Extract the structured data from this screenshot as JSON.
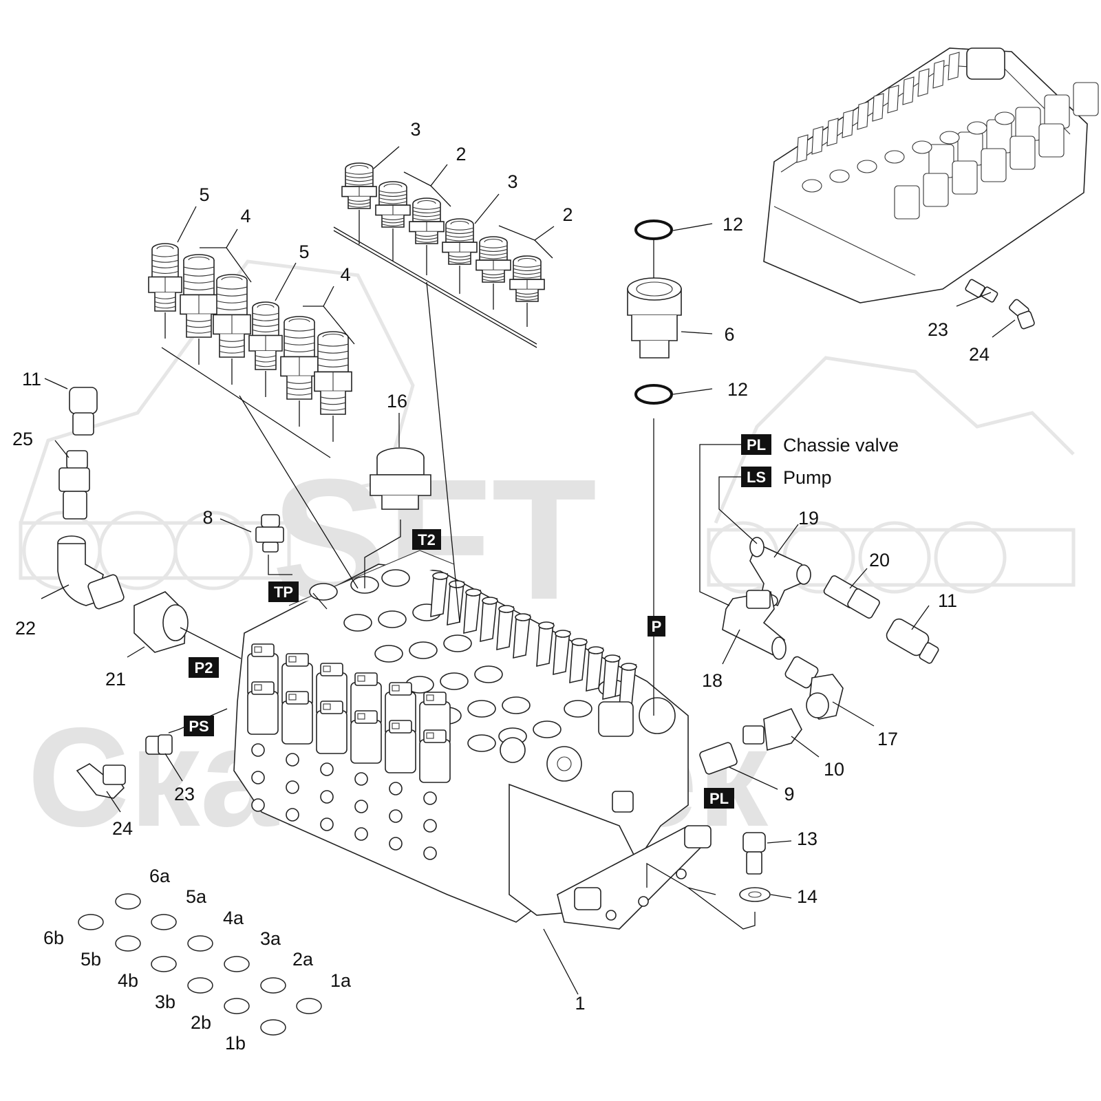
{
  "watermark": {
    "line1": "SFT",
    "line2": "СкандиТек"
  },
  "callouts": [
    {
      "id": "c1",
      "text": "1"
    },
    {
      "id": "c2a",
      "text": "2"
    },
    {
      "id": "c2b",
      "text": "2"
    },
    {
      "id": "c3a",
      "text": "3"
    },
    {
      "id": "c3b",
      "text": "3"
    },
    {
      "id": "c4a",
      "text": "4"
    },
    {
      "id": "c4b",
      "text": "4"
    },
    {
      "id": "c5a",
      "text": "5"
    },
    {
      "id": "c5b",
      "text": "5"
    },
    {
      "id": "c6",
      "text": "6"
    },
    {
      "id": "c8",
      "text": "8"
    },
    {
      "id": "c9",
      "text": "9"
    },
    {
      "id": "c10",
      "text": "10"
    },
    {
      "id": "c11a",
      "text": "11"
    },
    {
      "id": "c11b",
      "text": "11"
    },
    {
      "id": "c12a",
      "text": "12"
    },
    {
      "id": "c12b",
      "text": "12"
    },
    {
      "id": "c13",
      "text": "13"
    },
    {
      "id": "c14",
      "text": "14"
    },
    {
      "id": "c16",
      "text": "16"
    },
    {
      "id": "c17",
      "text": "17"
    },
    {
      "id": "c18",
      "text": "18"
    },
    {
      "id": "c19",
      "text": "19"
    },
    {
      "id": "c20",
      "text": "20"
    },
    {
      "id": "c21",
      "text": "21"
    },
    {
      "id": "c22",
      "text": "22"
    },
    {
      "id": "c23a",
      "text": "23"
    },
    {
      "id": "c23b",
      "text": "23"
    },
    {
      "id": "c24a",
      "text": "24"
    },
    {
      "id": "c24b",
      "text": "24"
    },
    {
      "id": "c25",
      "text": "25"
    }
  ],
  "ports": [
    {
      "id": "T2",
      "text": "T2"
    },
    {
      "id": "TP",
      "text": "TP"
    },
    {
      "id": "P2",
      "text": "P2"
    },
    {
      "id": "PS",
      "text": "PS"
    },
    {
      "id": "P",
      "text": "P"
    },
    {
      "id": "PL_main",
      "text": "PL"
    },
    {
      "id": "PL_legend",
      "text": "PL"
    },
    {
      "id": "LS_legend",
      "text": "LS"
    }
  ],
  "legend": [
    {
      "code": "PL",
      "label": "Chassie valve"
    },
    {
      "code": "LS",
      "label": "Pump"
    }
  ],
  "seal_labels": [
    "6a",
    "5a",
    "4a",
    "3a",
    "2a",
    "1a",
    "6b",
    "5b",
    "4b",
    "3b",
    "2b",
    "1b"
  ]
}
